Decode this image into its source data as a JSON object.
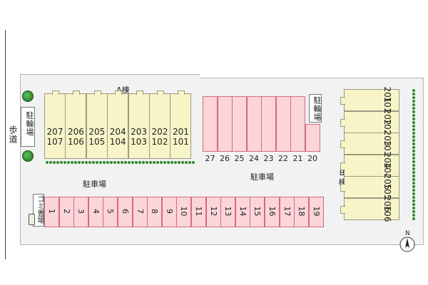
{
  "labels": {
    "sidewalk": "歩道",
    "bike_left": "駐輪場",
    "bike_right": "駐輪場",
    "building_a": "A棟",
    "building_b": "B棟",
    "parking_left": "駐車場",
    "parking_right": "駐車場",
    "garbage": "ゴミ置場",
    "north": "N"
  },
  "building_a_units": [
    {
      "upper": "207",
      "lower": "107"
    },
    {
      "upper": "206",
      "lower": "106"
    },
    {
      "upper": "205",
      "lower": "105"
    },
    {
      "upper": "204",
      "lower": "104"
    },
    {
      "upper": "203",
      "lower": "103"
    },
    {
      "upper": "202",
      "lower": "102"
    },
    {
      "upper": "201",
      "lower": "101"
    }
  ],
  "building_b_units": [
    {
      "upper": "201",
      "lower": "101"
    },
    {
      "upper": "202",
      "lower": "102"
    },
    {
      "upper": "203",
      "lower": "103"
    },
    {
      "upper": "204",
      "lower": "104"
    },
    {
      "upper": "205",
      "lower": "105"
    },
    {
      "upper": "206",
      "lower": "106"
    }
  ],
  "upper_stalls": [
    "27",
    "26",
    "25",
    "24",
    "23",
    "22",
    "21",
    "20"
  ],
  "lower_stalls": [
    "1",
    "2",
    "3",
    "4",
    "5",
    "6",
    "7",
    "8",
    "9",
    "10",
    "11",
    "12",
    "13",
    "14",
    "15",
    "16",
    "17",
    "18",
    "19"
  ],
  "colors": {
    "building": "#f7f5c8",
    "stall_fill": "#fbd5da",
    "stall_border": "#d56a7c",
    "hedge": "#2f8a2f",
    "lot": "#f2f2f2"
  }
}
